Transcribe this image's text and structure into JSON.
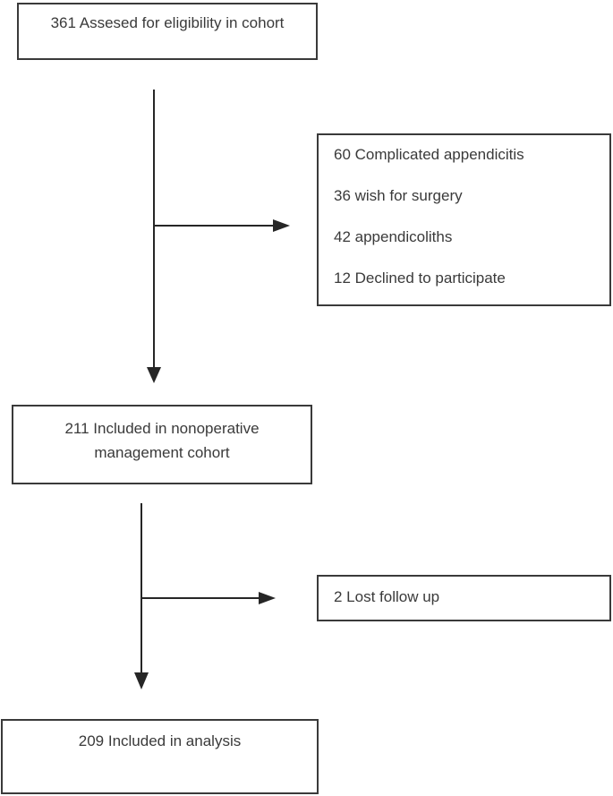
{
  "diagram": {
    "type": "flowchart",
    "nodes": {
      "eligibility": {
        "text": "361 Assesed for eligibility in cohort"
      },
      "exclusions": {
        "items": [
          "60 Complicated appendicitis",
          "36 wish for surgery",
          "42 appendicoliths",
          "12 Declined to participate"
        ]
      },
      "nonoperative": {
        "line1": "211 Included in nonoperative",
        "line2": "management cohort"
      },
      "lost": {
        "text": "2 Lost follow up"
      },
      "analysis": {
        "text": "209 Included in analysis"
      }
    },
    "colors": {
      "border": "#3a3a3a",
      "text": "#3a3a3a",
      "arrow": "#262626",
      "background": "#ffffff"
    }
  }
}
